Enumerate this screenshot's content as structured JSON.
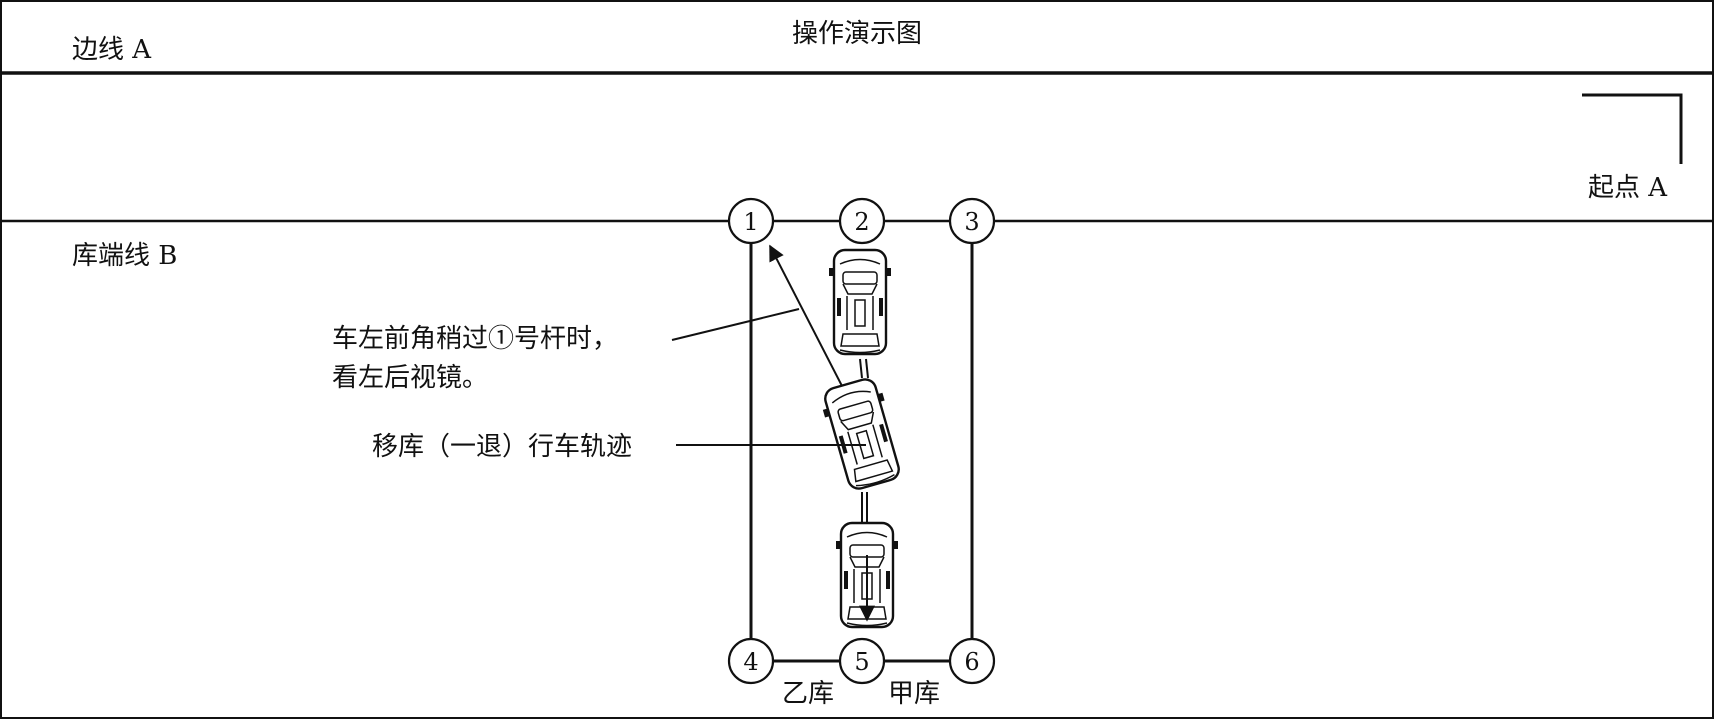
{
  "title": "操作演示图",
  "labels": {
    "sideline_a": "边线 A",
    "start_point_a": "起点 A",
    "garage_end_line_b": "库端线 B",
    "garage_yi": "乙库",
    "garage_jia": "甲库"
  },
  "annotations": {
    "left_corner_line1": "车左前角稍过①号杆时，",
    "left_corner_line2": "看左后视镜。",
    "move_garage_track": "移库（一退）行车轨迹"
  },
  "poles": [
    "1",
    "2",
    "3",
    "4",
    "5",
    "6"
  ]
}
